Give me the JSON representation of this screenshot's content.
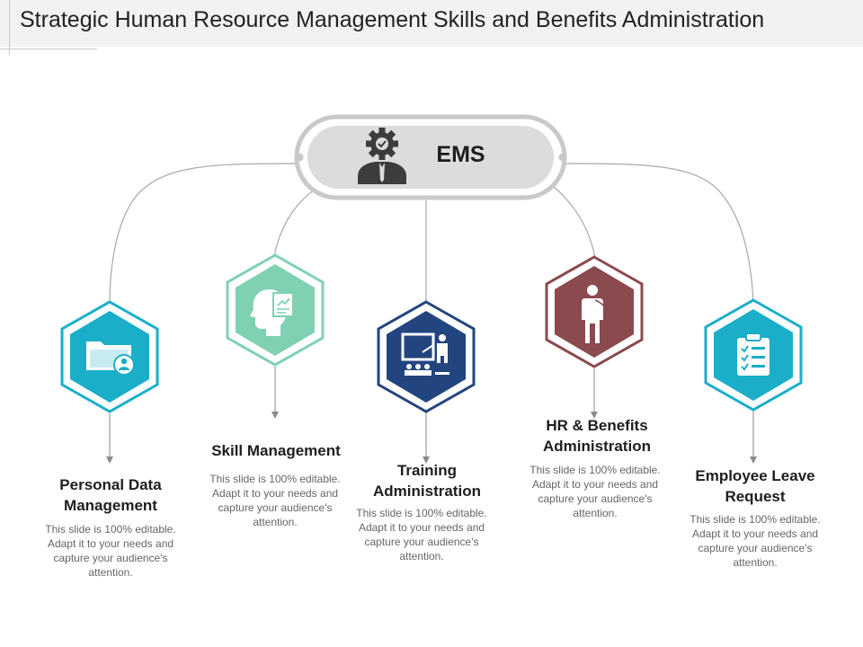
{
  "title": "Strategic Human Resource Management Skills and Benefits Administration",
  "center": {
    "label": "EMS",
    "icon": "businessman-gear-icon"
  },
  "colors": {
    "personal": "#1aaec9",
    "skill": "#7fd1b2",
    "training": "#23457f",
    "hr": "#8a4a4e",
    "leave": "#1aaec9",
    "pill": "#dcdcdc",
    "connector": "#9a9a9a"
  },
  "items": [
    {
      "heading": "Personal Data Management",
      "text": "This slide is 100% editable. Adapt it to your needs and capture your audience's attention.",
      "icon": "folder-user-icon"
    },
    {
      "heading": "Skill Management",
      "text": "This slide is 100% editable. Adapt it to your needs and capture your audience's attention.",
      "icon": "head-growth-icon"
    },
    {
      "heading": "Training Administration",
      "text": "This slide is 100% editable. Adapt it to your needs and capture your audience's attention.",
      "icon": "presentation-board-icon"
    },
    {
      "heading": "HR  & Benefits Administration",
      "text": "This slide is 100% editable. Adapt it to your needs and capture your audience's attention.",
      "icon": "person-icon"
    },
    {
      "heading": "Employee Leave Request",
      "text": "This slide is 100% editable. Adapt it to your needs and capture your audience's attention.",
      "icon": "clipboard-checklist-icon"
    }
  ]
}
